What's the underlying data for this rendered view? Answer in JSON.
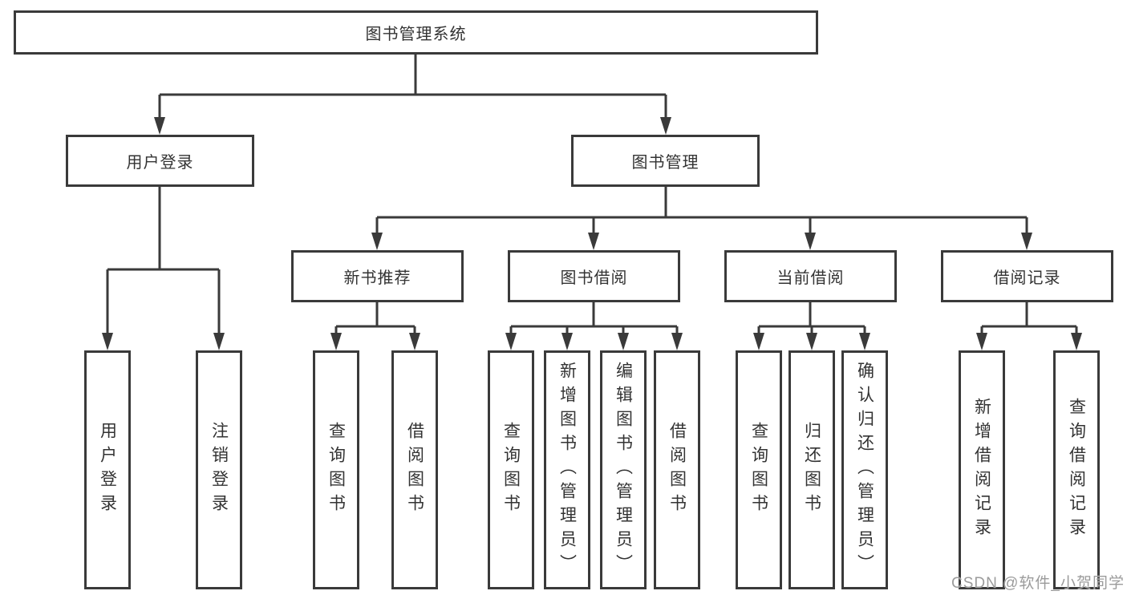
{
  "colors": {
    "line": "#3a3a3a",
    "text": "#333333",
    "background": "#ffffff",
    "watermark": "#9b9b9b"
  },
  "watermark": {
    "text": "CSDN @软件_小贺同学"
  },
  "chart_data": {
    "type": "table",
    "title": "图书管理系统功能结构图"
  },
  "tree": {
    "label": "图书管理系统",
    "children": [
      {
        "label": "用户登录",
        "children": [
          {
            "label": "用户登录"
          },
          {
            "label": "注销登录"
          }
        ]
      },
      {
        "label": "图书管理",
        "children": [
          {
            "label": "新书推荐",
            "children": [
              {
                "label": "查询图书"
              },
              {
                "label": "借阅图书"
              }
            ]
          },
          {
            "label": "图书借阅",
            "children": [
              {
                "label": "查询图书"
              },
              {
                "label": "新增图书（管理员）"
              },
              {
                "label": "编辑图书（管理员）"
              },
              {
                "label": "借阅图书"
              }
            ]
          },
          {
            "label": "当前借阅",
            "children": [
              {
                "label": "查询图书"
              },
              {
                "label": "归还图书"
              },
              {
                "label": "确认归还（管理员）"
              }
            ]
          },
          {
            "label": "借阅记录",
            "children": [
              {
                "label": "新增借阅记录"
              },
              {
                "label": "查询借阅记录"
              }
            ]
          }
        ]
      }
    ]
  }
}
